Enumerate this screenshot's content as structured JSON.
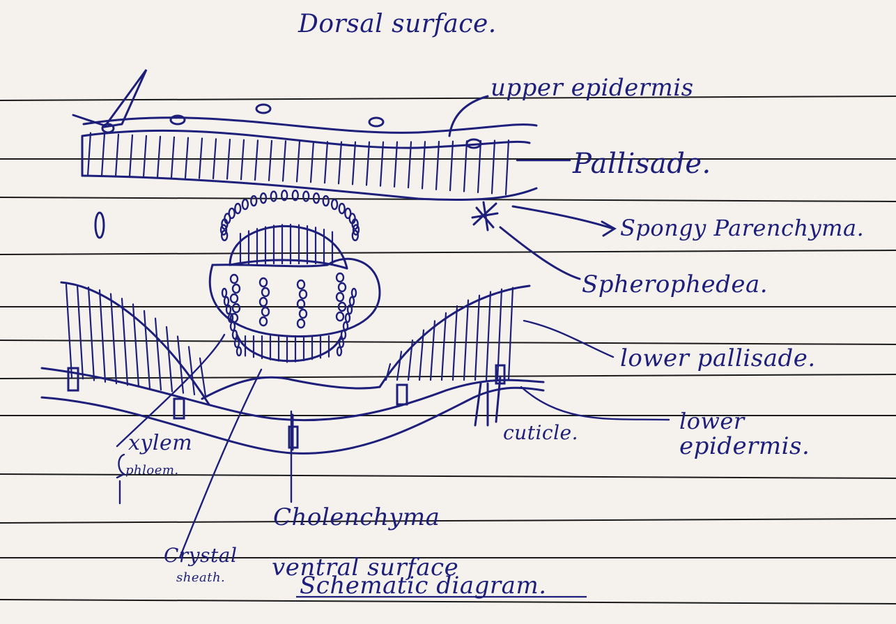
{
  "title": "Dorsal surface.",
  "subtitle": "ventral surface",
  "caption": "Schematic diagram.",
  "colors": {
    "ink": "#1d1f7a",
    "rule": "#1a1a1a",
    "paper": "#f5f2ee"
  },
  "labels": {
    "upper_epidermis": "upper epidermis",
    "pallisade": "Pallisade.",
    "spongy": "Spongy Parenchyma.",
    "spherophedea": "Spherophedea.",
    "lower_pallisade": "lower pallisade.",
    "lower": "lower",
    "epidermis": "epidermis.",
    "cuticle": "cuticle.",
    "xylem": "xylem",
    "phloem": "phloem.",
    "cholenchyma": "Cholenchyma",
    "crystal": "Crystal",
    "sheath": "sheath."
  }
}
